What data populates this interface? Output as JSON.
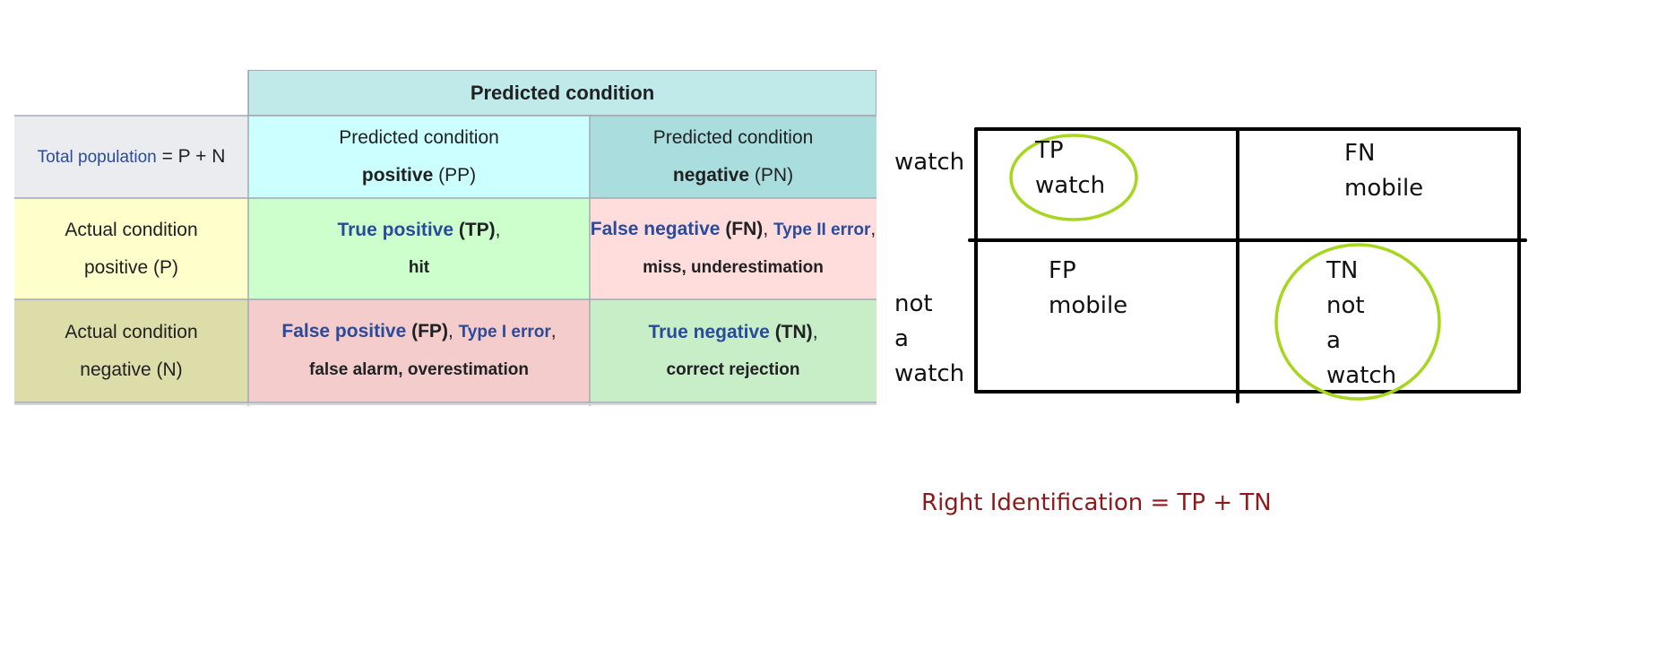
{
  "confusion_table": {
    "header": "Predicted condition",
    "total": {
      "label": "Total population",
      "formula": "= P + N"
    },
    "pred_pos": {
      "line1": "Predicted condition",
      "bold": "positive",
      "abbr": " (PP)"
    },
    "pred_neg": {
      "line1": "Predicted condition",
      "bold": "negative",
      "abbr": " (PN)"
    },
    "actual_pos": {
      "line1": "Actual condition",
      "line2": "positive (P)"
    },
    "actual_neg": {
      "line1": "Actual condition",
      "line2": "negative (N)"
    },
    "tp": {
      "term": "True positive",
      "abbr": " (TP)",
      "suffix": ",",
      "line2": "hit"
    },
    "fn": {
      "term": "False negative",
      "abbr": " (FN)",
      "sep": ", ",
      "error": "Type II error",
      "suffix": ",",
      "line2": "miss, underestimation"
    },
    "fp": {
      "term": "False positive",
      "abbr": " (FP)",
      "sep": ", ",
      "error": "Type I error",
      "suffix": ",",
      "line2": "false alarm, overestimation"
    },
    "tn": {
      "term": "True negative",
      "abbr": " (TN)",
      "suffix": ",",
      "line2": "correct rejection"
    }
  },
  "sketch": {
    "row_watch": "watch",
    "row_not_watch": "not\na\nwatch",
    "tp_cell": "TP\nwatch",
    "fn_cell": "FN\nmobile",
    "fp_cell": "FP\nmobile",
    "tn_cell": "TN\nnot\na\nwatch",
    "circle_color": "#a6d61e",
    "equation": "Right Identification = TP + TN",
    "equation_color": "#8b1a1a"
  }
}
